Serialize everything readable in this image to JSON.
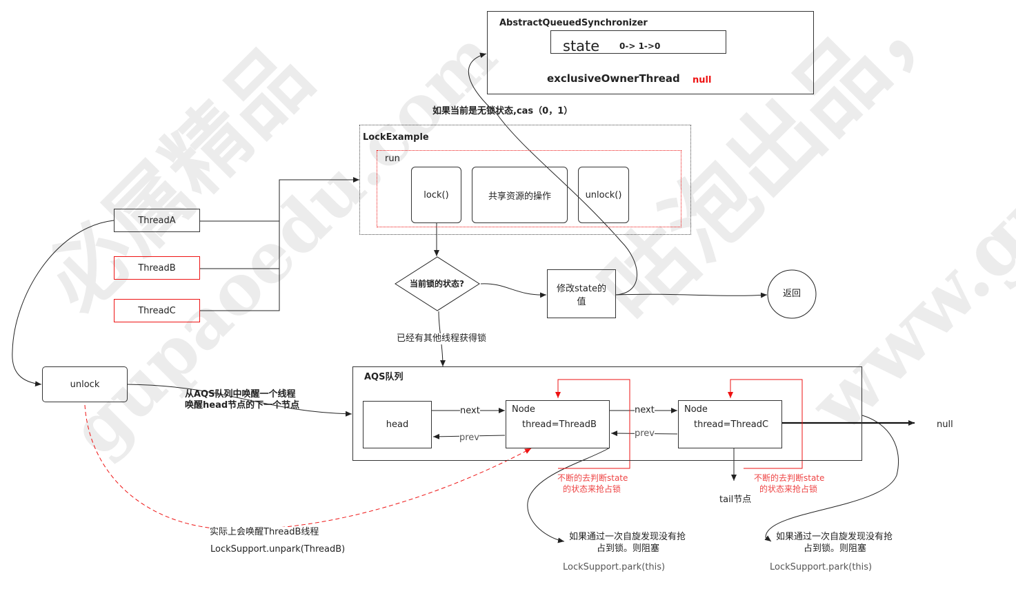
{
  "aqs": {
    "title": "AbstractQueuedSynchronizer",
    "state_label": "state",
    "state_transition": "0-> 1->0",
    "owner_label": "exclusiveOwnerThread",
    "owner_value": "null"
  },
  "cas_note": "如果当前是无锁状态,cas（0，1）",
  "lock_example": {
    "title": "LockExample",
    "run_label": "run",
    "lock": "lock()",
    "shared": "共享资源的操作",
    "unlock": "unlock()"
  },
  "threads": [
    "ThreadA",
    "ThreadB",
    "ThreadC"
  ],
  "decision": "当前锁的状态?",
  "modify_state": "修改state的\n值",
  "return_label": "返回",
  "already_locked": "已经有其他线程获得锁",
  "unlock_box": "unlock",
  "wake_note": {
    "line1": "从AQS队列中唤醒一个线程",
    "line2": "唤醒head节点的下一个节点"
  },
  "queue": {
    "title": "AQS队列",
    "head": "head",
    "node_b": {
      "title": "Node",
      "thread": "thread=ThreadB"
    },
    "node_c": {
      "title": "Node",
      "thread": "thread=ThreadC"
    },
    "next": "next",
    "prev": "prev",
    "null_label": "null",
    "tail": "tail节点"
  },
  "spin_note": {
    "line1": "不断的去判断state",
    "line2": "的状态来抢占锁"
  },
  "park_note": {
    "line1": "如果通过一次自旋发现没有抢",
    "line2": "占到锁。则阻塞",
    "call": "LockSupport.park(this)"
  },
  "actual_wake": {
    "line1": "实际上会唤醒ThreadB线程",
    "line2": "LockSupport.unpark(ThreadB)"
  },
  "watermarks": [
    "咕泡出品，",
    "www.gupaoedu.com",
    "必属精品",
    "gupaoedu.com"
  ],
  "colors": {
    "border": "#333333",
    "red": "#ee1111",
    "soft_red": "#ee4444"
  }
}
